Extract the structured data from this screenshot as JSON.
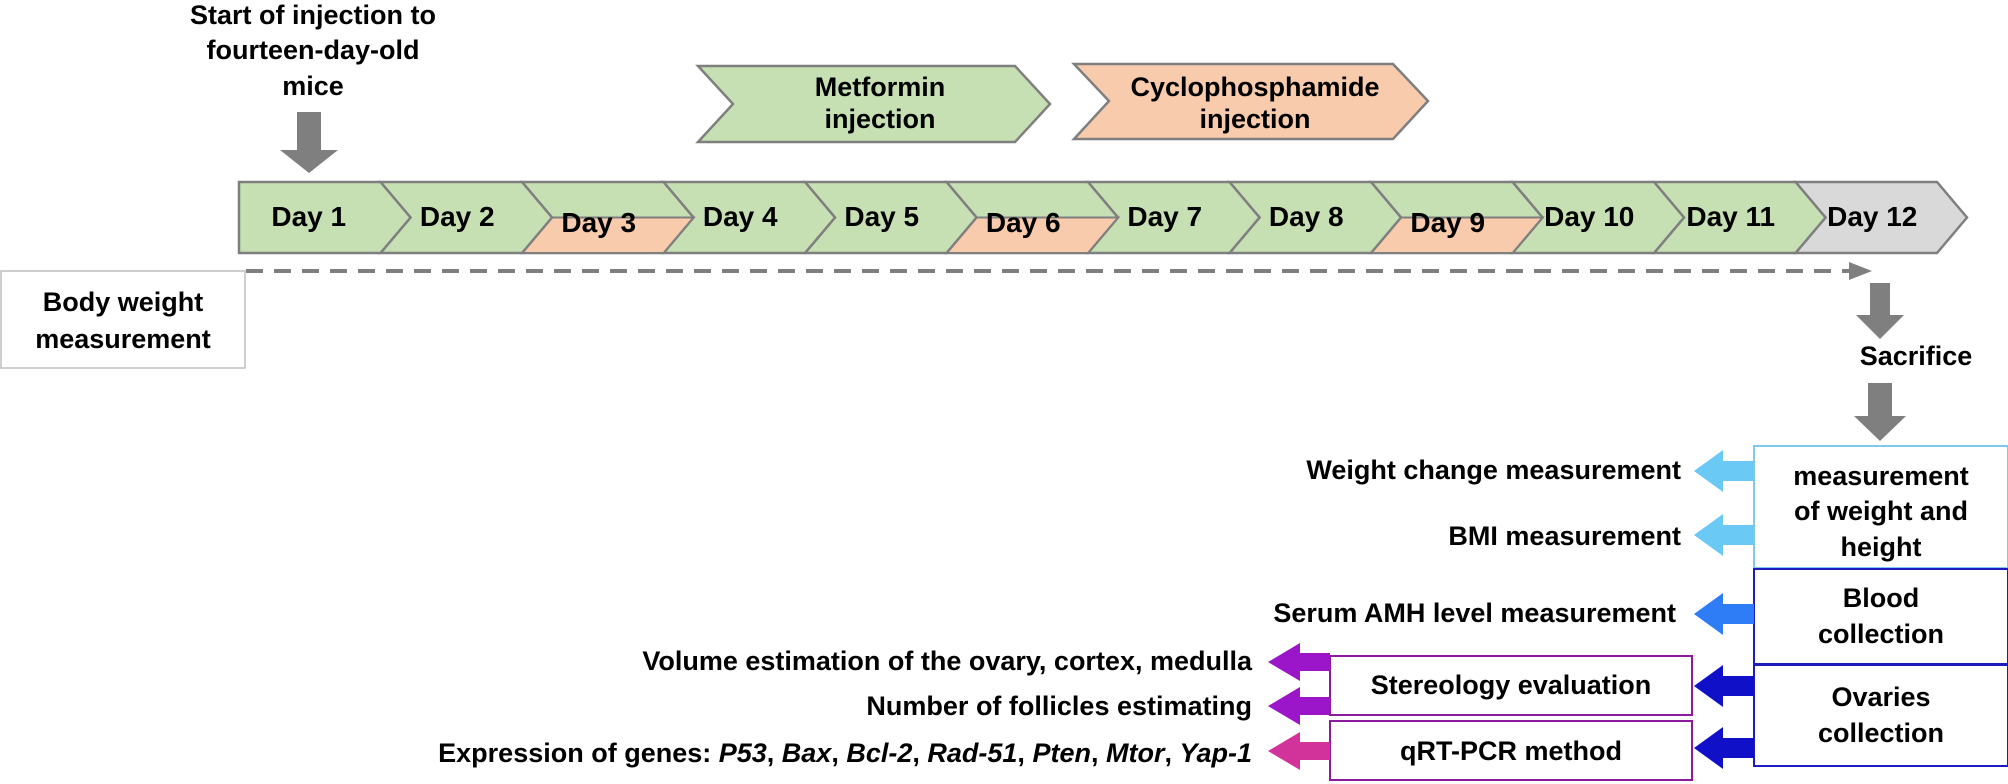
{
  "colors": {
    "metformin": "#c6e0b4",
    "cyclophosphamide": "#f8cbad",
    "day12": "#d9d9d9",
    "outline": "#7f7f7f",
    "gray_arrow": "#7f7f7f",
    "light_blue": "#6bc9f5",
    "mid_blue": "#2e7cf6",
    "dark_blue": "#1010c8",
    "purple": "#9a16c8",
    "magenta": "#d2339a",
    "light_blue_border": "#7fc8f0",
    "dark_blue_border": "#1c1cc0",
    "purple_border": "#8c1a9c"
  },
  "start": {
    "line1": "Start of injection to",
    "line2": "fourteen-day-old",
    "line3": "mice"
  },
  "treatments": {
    "metformin": {
      "line1": "Metformin",
      "line2": "injection"
    },
    "cyclophosphamide": {
      "line1": "Cyclophosphamide",
      "line2": "injection"
    }
  },
  "days": [
    {
      "label": "Day 1",
      "kind": "metformin"
    },
    {
      "label": "Day 2",
      "kind": "metformin"
    },
    {
      "label": "Day 3",
      "kind": "both"
    },
    {
      "label": "Day 4",
      "kind": "metformin"
    },
    {
      "label": "Day 5",
      "kind": "metformin"
    },
    {
      "label": "Day 6",
      "kind": "both"
    },
    {
      "label": "Day 7",
      "kind": "metformin"
    },
    {
      "label": "Day 8",
      "kind": "metformin"
    },
    {
      "label": "Day 9",
      "kind": "both"
    },
    {
      "label": "Day 10",
      "kind": "metformin"
    },
    {
      "label": "Day 11",
      "kind": "metformin"
    },
    {
      "label": "Day 12",
      "kind": "end"
    }
  ],
  "body_weight": {
    "line1": "Body weight",
    "line2": "measurement"
  },
  "sacrifice": "Sacrifice",
  "collections": {
    "weight_height": {
      "line1": "measurement",
      "line2": "of weight and",
      "line3": "height"
    },
    "blood": {
      "line1": "Blood",
      "line2": "collection"
    },
    "ovaries": {
      "line1": "Ovaries",
      "line2": "collection"
    }
  },
  "methods": {
    "stereology": "Stereology evaluation",
    "qrtpcr": "qRT-PCR method"
  },
  "outcomes": {
    "weight_change": "Weight change measurement",
    "bmi": "BMI measurement",
    "amh": "Serum AMH level measurement",
    "volume": "Volume estimation of the ovary, cortex, medulla",
    "follicles": "Number of follicles estimating",
    "genes_prefix": "Expression of genes: ",
    "genes": [
      "P53",
      "Bax",
      "Bcl-2",
      "Rad-51",
      "Pten",
      "Mtor",
      "Yap-1"
    ],
    "gene_separator": ", "
  }
}
